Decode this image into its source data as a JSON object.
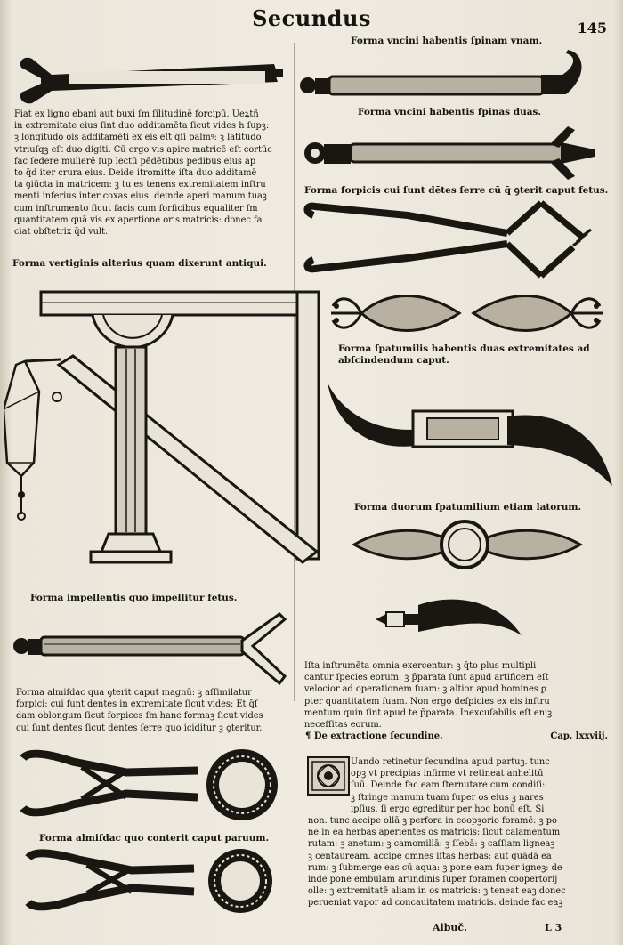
{
  "header": {
    "title": "Secundus",
    "folio": "145"
  },
  "left_column": {
    "intro_lines": [
      "Fiat ex ligno ebani aut buxi ſm ſilitudinē forcipū. Ueꝝtñ",
      "in extremitate eius ſint duo additamēta ſicut vides h ſupꝫ:",
      "ꝫ longitudo ois additamēti ex eis eſt q̄ſi palmꝰ: ꝫ latitudo",
      "vtriuſqꝫ eſt duo digiti. Cū ergo vis apire matricē eſt cortūc",
      "fac ſedere mulierē ſup lectū pēdētibus pedibus eius ap",
      "to q̄d iter crura eius. Deide itromitte iſta duo additamē",
      "ta ꝯiūcta in matricem: ꝫ tu es tenens extremitatem inſtru",
      "menti inferius inter coxas eius. deinde aperi manum tuaꝫ",
      "cum inſtrumento ſicut facis cum forficibus equaliter ſm",
      "quantitatem quā vis ex apertione oris matricis: donec fa",
      "ciat obſtetrix q̄d vult."
    ],
    "caption_vertiginis": "Forma vertiginis alterius quam dixerunt antiqui.",
    "caption_impellentis": "Forma impellentis quo impellitur fetus.",
    "almisdac_lines": [
      "Forma almiſdac qua ꝯterit caput magnū: ꝫ aſſimilatur",
      "forpici: cui ſunt dentes in extremitate ſicut vides: Et q̄ſ",
      "dam oblongum ſicut forpices ſm hanc formaꝫ ſicut vides",
      "cui ſunt dentes ſicut dentes ſerre quo iciditur ꝫ ꝯteritur."
    ],
    "caption_almisdac_parvum": "Forma almiſdac quo conterit caput paruum."
  },
  "right_column": {
    "caption_uncini_una": "Forma vncini habentis ſpinam vnam.",
    "caption_uncini_duas": "Forma vncini habentis ſpinas duas.",
    "caption_forpicis": "Forma forpicis cui ſunt dētes ſerre cū q̄ ꝯterit caput fetus.",
    "caption_spatumilis": [
      "Forma ſpatumilis habentis duas extremitates ad",
      "abſcindendum caput."
    ],
    "caption_duorum": "Forma duorum ſpatumilium etiam latorum.",
    "closing_lines": [
      "Iſta inſtrumēta omnia exercentur: ꝫ q̄to plus multipli",
      "cantur ſpecies eorum: ꝫ p̄parata ſunt apud artificem eſt",
      "velocior ad operationem ſuam: ꝫ altior apud homines ꝑ",
      "pter quantitatem ſuam. Non ergo deſpicies ex eis inſtru",
      "mentum quin ſint apud te p̄parata. Inexcuſabilis eſt eniꝫ",
      "neceſſitas eorum."
    ],
    "chapter_heading": "De extractione ſecundine.",
    "chapter_number": "Cap. lxxviij.",
    "chapter_lines": [
      "Uando retinetur ſecundina apud partuꝫ. tunc",
      "opꝫ vt precipias infirme vt retineat anhelitū",
      "ſuū. Deinde fac eam ſternutare cum condiſi:",
      "ꝫ ſtringe manum tuam ſuper os eius ꝫ nares",
      "ipſius. ſi ergo egreditur per hoc bonū eſt. Si",
      "non. tunc accipe ollā ꝫ perfora in coopꝫorio foramē: ꝫ po",
      "ne in ea herbas aperientes os matricis: ſicut calamentum",
      "rutam: ꝫ anetum: ꝫ camomillā: ꝫ ſſebā: ꝫ caſſiam ligneaꝫ",
      "ꝫ centauream. accipe omnes iſtas herbas: aut quādā ea",
      "rum: ꝫ ſubmerge eas cū aqua: ꝫ pone eam ſuper igneꝫ: de",
      "inde pone embulam arundinis ſuper foramen coopertorij",
      "olle: ꝫ extremitatē aliam in os matricis: ꝫ teneat eaꝫ donec",
      "perueniat vapor ad concauitatem matricis. deinde fac eaꝫ"
    ]
  },
  "footer": {
    "catchword": "Albuč.",
    "signature": "L 3"
  }
}
